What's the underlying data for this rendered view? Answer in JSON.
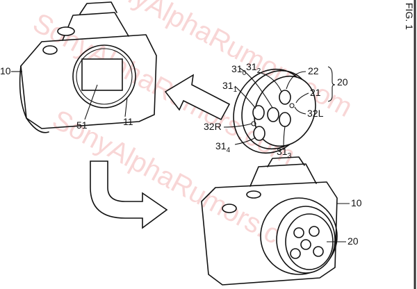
{
  "figure_label": "FIG. 1",
  "watermark": "SonyAlphaRumors.com",
  "labels": {
    "camera_top": "10",
    "sensor": "51",
    "mount": "11",
    "pin_0": {
      "main": "31",
      "sub": "0"
    },
    "pin_2": {
      "main": "31",
      "sub": "2"
    },
    "pin_1": {
      "main": "31",
      "sub": "1"
    },
    "pin_4": {
      "main": "31",
      "sub": "4"
    },
    "pin_3": {
      "main": "31",
      "sub": "3"
    },
    "part_22": "22",
    "part_21": "21",
    "assembly": "20",
    "led_left": "32L",
    "led_right": "32R",
    "camera_bottom": "10",
    "accessory_bottom": "20"
  }
}
